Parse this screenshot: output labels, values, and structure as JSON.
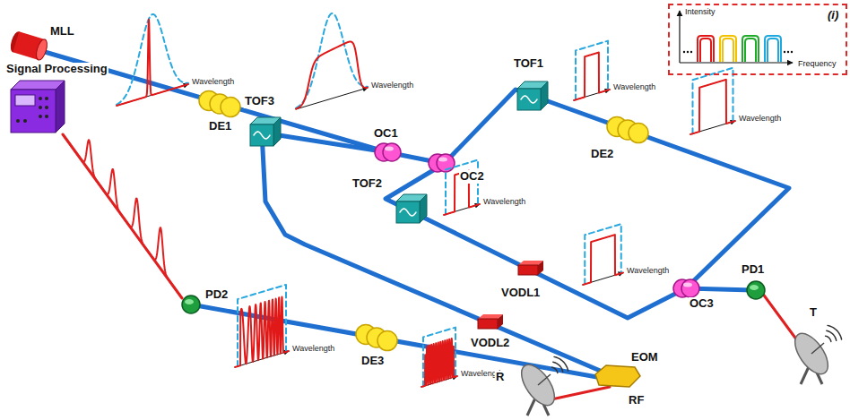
{
  "diagram": {
    "nodes": [
      {
        "text": [
          "(i)",
          "Intensity",
          "Frequency"
        ]
      }
    ],
    "labels": [
      "MLL",
      "Signal Processing",
      "Wavelength",
      "DE1",
      "Wavelength",
      "TOF3",
      "OC1",
      "OC2",
      "TOF1",
      "Wavelength",
      "DE2",
      "Wavelength",
      "TOF2",
      "Wavelength",
      "VODL1",
      "Wavelength",
      "OC3",
      "PD1",
      "T",
      "PD2",
      "Wavelength",
      "DE3",
      "Wavelength",
      "VODL2",
      "EOM",
      "R",
      "RF"
    ]
  }
}
